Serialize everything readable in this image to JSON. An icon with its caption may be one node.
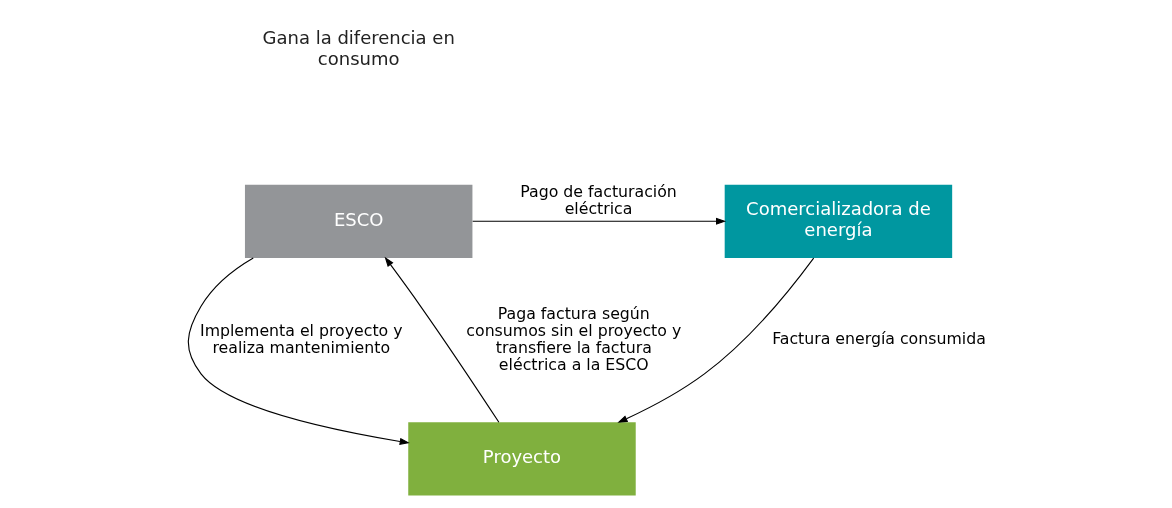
{
  "diagram": {
    "nodes": [
      {
        "text": [
          "ESCO"
        ]
      },
      {
        "text": [
          "Comercializadora de energía"
        ]
      },
      {
        "text": [
          "Proyecto"
        ]
      }
    ],
    "edges": [
      {
        "from": 0,
        "to": 1,
        "arrow": "to",
        "label": "Pago de facturación eléctrica"
      },
      {
        "from": 0,
        "to": 2,
        "arrow": "to",
        "label": "Implementa el proyecto y realiza mantenimiento"
      },
      {
        "from": 1,
        "to": 2,
        "arrow": "to",
        "label": "Factura energía consumida"
      },
      {
        "from": 2,
        "to": 0,
        "arrow": "to",
        "label": "Paga factura según consumos sin el proyecto y transfiere la factura eléctrica a la ESCO"
      }
    ],
    "labels": [
      "Gana la diferencia en consumo"
    ]
  }
}
